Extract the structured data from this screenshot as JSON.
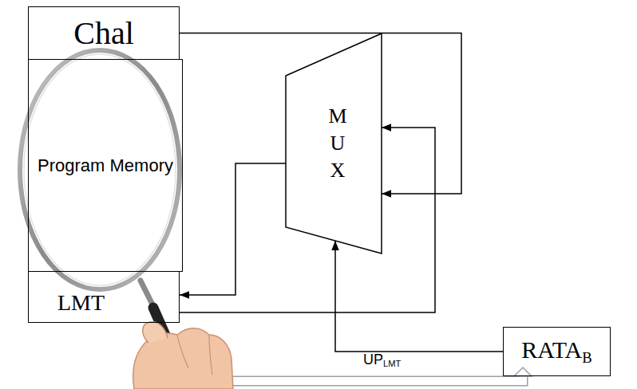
{
  "diagram": {
    "nodes": [
      {
        "text": [
          "Chal"
        ]
      },
      {
        "text": [
          "Program Memory"
        ]
      },
      {
        "text": [
          "LMT"
        ]
      },
      {
        "text": [
          "M U X"
        ]
      },
      {
        "text": [
          "RATA",
          "B"
        ]
      }
    ],
    "edges": [
      {
        "from": 0,
        "to": 3,
        "arrow": "to"
      },
      {
        "from": 2,
        "to": 3,
        "arrow": "to"
      },
      {
        "from": 3,
        "to": 2,
        "arrow": "to"
      },
      {
        "from": 4,
        "to": 3,
        "arrow": "to"
      }
    ],
    "labels": [
      "UP",
      "LMT"
    ]
  }
}
